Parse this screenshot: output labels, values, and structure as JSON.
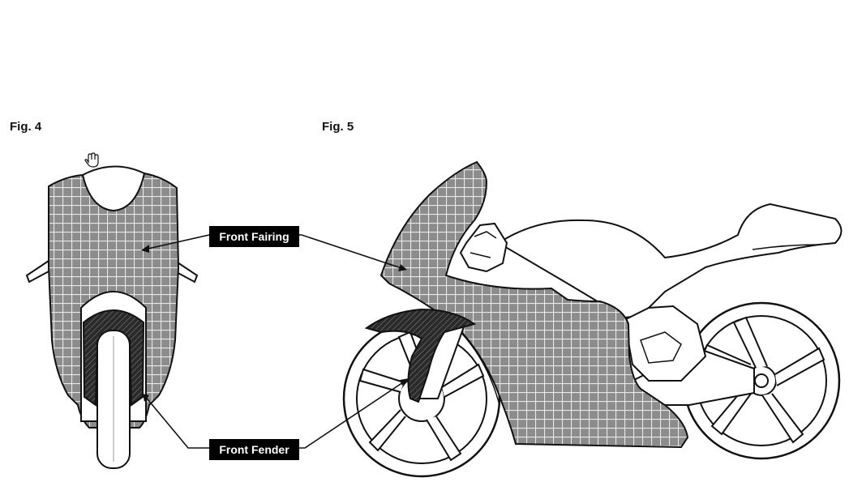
{
  "figures": {
    "fig4": {
      "label": "Fig. 4"
    },
    "fig5": {
      "label": "Fig. 5"
    }
  },
  "callouts": {
    "front_fairing": "Front Fairing",
    "front_fender": "Front Fender"
  },
  "colors": {
    "fairing_fill": "#8c8c8c",
    "fender_fill": "#2e2e2e",
    "outline": "#111111",
    "grid_lines": "#ffffff"
  }
}
